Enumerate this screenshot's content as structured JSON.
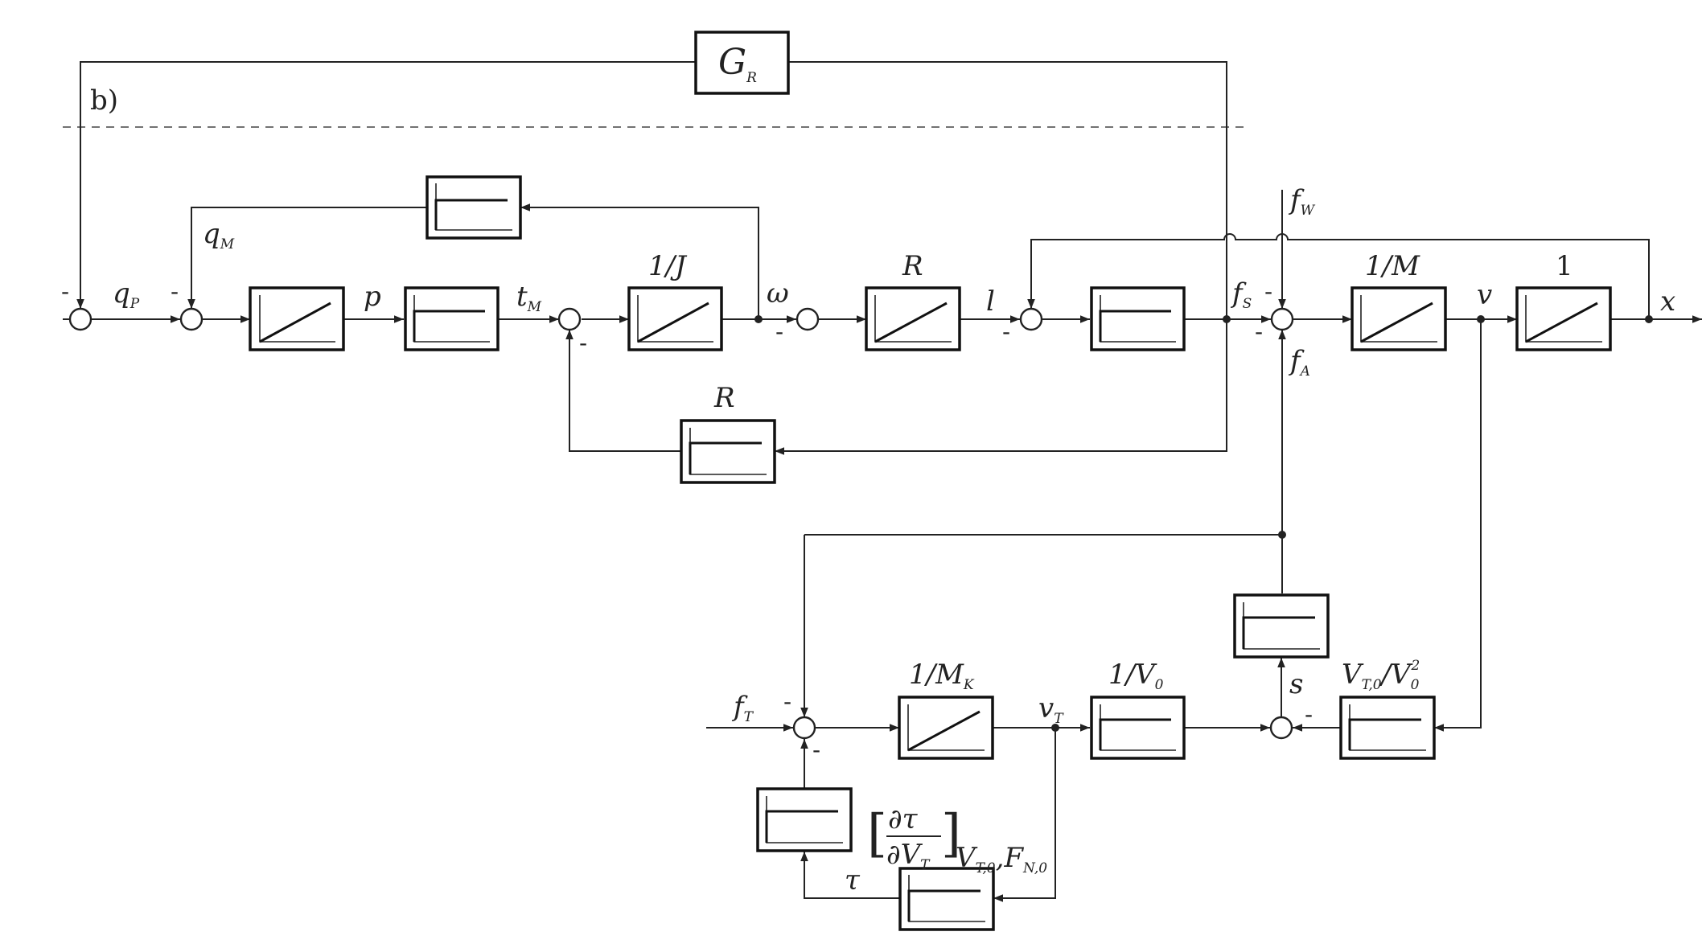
{
  "diagram": {
    "panel_label": "b)",
    "controller": {
      "base": "G",
      "sub": "R"
    },
    "signals": {
      "qP": {
        "base": "q",
        "sub": "P"
      },
      "qM": {
        "base": "q",
        "sub": "M"
      },
      "p": "p",
      "tM": {
        "base": "t",
        "sub": "M"
      },
      "omega": "ω",
      "l": "l",
      "fS": {
        "base": "f",
        "sub": "S"
      },
      "fW": {
        "base": "f",
        "sub": "W"
      },
      "fA": {
        "base": "f",
        "sub": "A"
      },
      "v": "v",
      "x": "x",
      "s": "s",
      "fT": {
        "base": "f",
        "sub": "T"
      },
      "vT": {
        "base": "v",
        "sub": "T"
      },
      "tau": "τ"
    },
    "block_labels": {
      "inv_J": "1/J",
      "R_top": "R",
      "R_bottom": "R",
      "inv_M": "1/M",
      "one": "1",
      "inv_MK": {
        "pre": "1/M",
        "sub": "K"
      },
      "inv_V0": {
        "pre": "1/V",
        "sub": "0"
      },
      "VT0_V0sq": {
        "a": "V",
        "a_sub": "T,0",
        "b": "/V",
        "b_sub": "0",
        "b_sup": "2"
      },
      "dtau": {
        "num": "∂τ",
        "den": "∂V",
        "den_sub": "T",
        "eval_a": "V",
        "eval_a_sub": "T,0",
        "eval_sep": ",",
        "eval_b": "F",
        "eval_b_sub": "N,0"
      }
    },
    "minus_sign": "-"
  }
}
